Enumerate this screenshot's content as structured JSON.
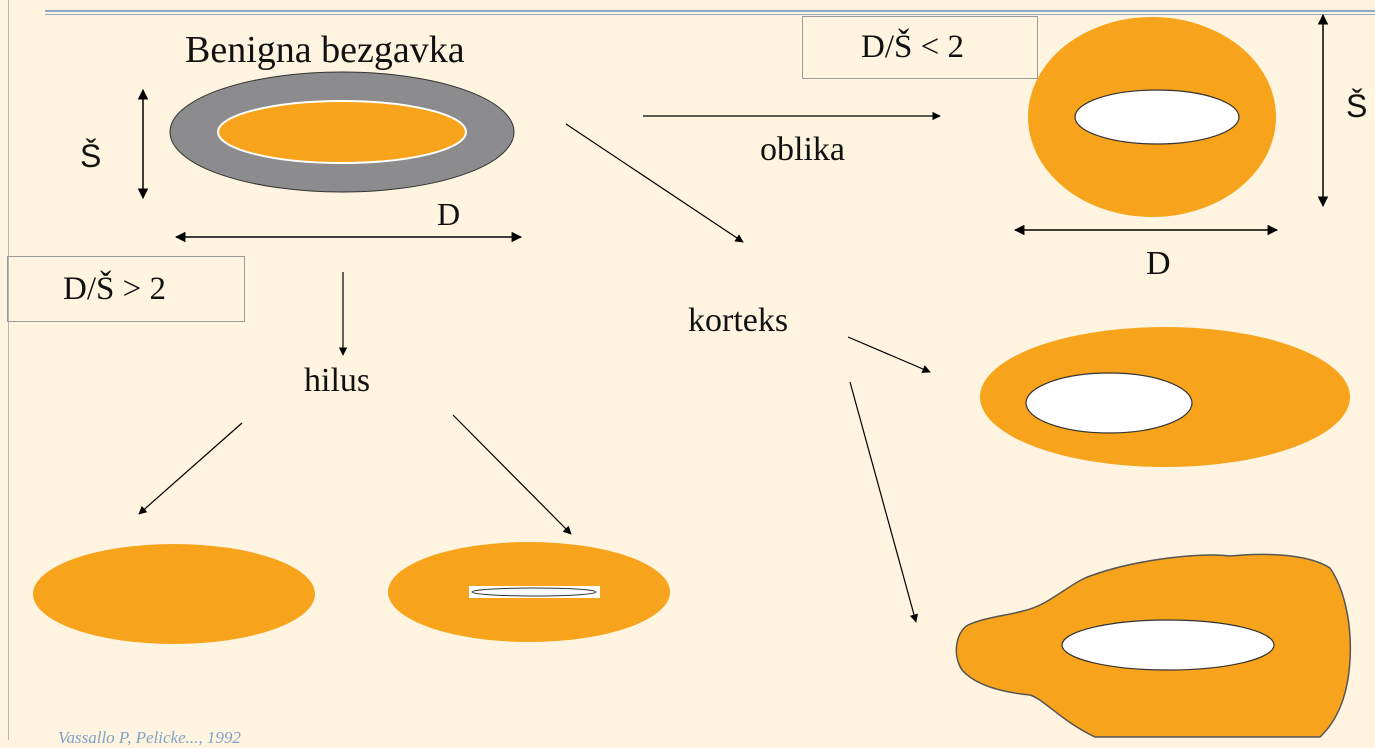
{
  "title": "Benigna bezgavka",
  "dimension_labels": {
    "width_left": "Š",
    "length_left": "D",
    "width_right": "Š",
    "length_right": "D"
  },
  "ratio_boxes": {
    "elongated": "D/Š > 2",
    "round": "D/Š < 2"
  },
  "branch_labels": {
    "shape": "oblika",
    "cortex": "korteks",
    "hilum": "hilus"
  },
  "citation": "Vassallo P, Pelicke..., 1992",
  "colors": {
    "background": "#FEF4DF",
    "node_fill": "#F7A41C",
    "capsule_gray": "#8C8C8E",
    "hilum_white": "#FFFFFF",
    "header_rule": "#8FA9C9",
    "citation": "#7FA2C8"
  }
}
